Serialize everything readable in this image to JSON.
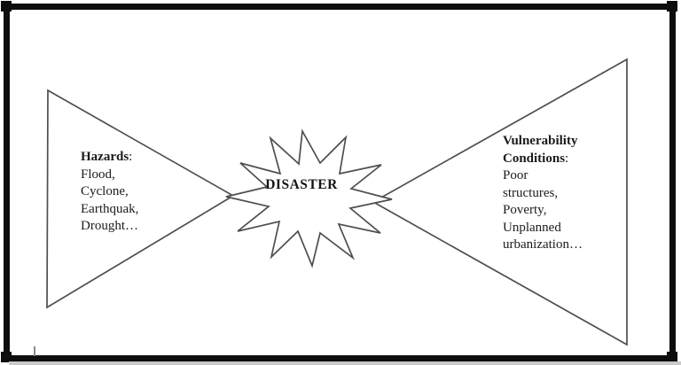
{
  "diagram": {
    "center": {
      "label": "DISASTER"
    },
    "left_triangle": {
      "heading": "Hazards",
      "heading_suffix": ":",
      "items": [
        "Flood,",
        "Cyclone,",
        "Earthquak,",
        "Drought…"
      ]
    },
    "right_triangle": {
      "heading_line1": "Vulnerability",
      "heading_line2": "Conditions",
      "heading_suffix": ":",
      "items": [
        "Poor",
        "structures,",
        "Poverty,",
        "Unplanned",
        "urbanization…"
      ]
    },
    "colors": {
      "frame": "#0d0d0d",
      "shape_stroke": "#4f4f4f",
      "text": "#1b1b1b",
      "bottom_strip": "#c9c9c9"
    }
  }
}
